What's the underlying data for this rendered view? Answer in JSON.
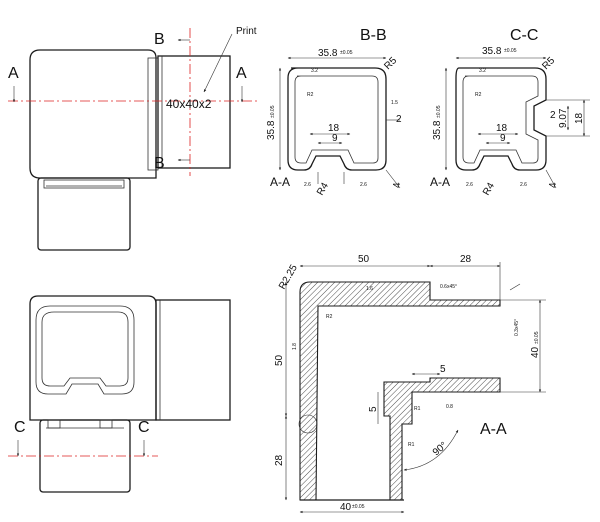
{
  "views": {
    "section_bb_title": "B-B",
    "section_cc_title": "C-C",
    "section_aa_title": "A-A",
    "section_aa_label_bb": "A-A",
    "section_aa_label_cc": "A-A"
  },
  "markers": {
    "a_left": "A",
    "a_right": "A",
    "b_top": "B",
    "b_bottom": "B",
    "c_left": "C",
    "c_right": "C"
  },
  "annotations": {
    "print_label": "Print",
    "profile_size": "40x40x2"
  },
  "dims_bb": {
    "width": "35.8",
    "width_tol": "±0.05",
    "height": "35.8",
    "height_tol": "±0.05",
    "corner_r": "R5",
    "inner_r": "R2",
    "slot_width": "18",
    "slot_inner": "9",
    "side_2": "2",
    "bottom_4": "4",
    "r4": "R4",
    "wall_thk": "3.2",
    "wall_small": "1.5",
    "bottom_a": "2.6",
    "bottom_b": "2.6"
  },
  "dims_cc": {
    "width": "35.8",
    "width_tol": "±0.05",
    "height": "35.8",
    "height_tol": "±0.05",
    "corner_r": "R5",
    "inner_r": "R2",
    "slot_width": "18",
    "slot_inner": "9",
    "side_2": "2",
    "side_907": "9.07",
    "side_18": "18",
    "bottom_4": "4",
    "r4": "R4",
    "wall_thk": "3.2",
    "bottom_a": "2.6",
    "bottom_b": "2.6"
  },
  "dims_aa": {
    "top_50": "50",
    "top_28": "28",
    "chamfer_r": "R2.25",
    "chamfer_top": "0.6x45°",
    "chamfer_right": "0.3x45°",
    "wall_16": "1.6",
    "wall_18": "1.8",
    "inner_r": "R2",
    "left_50": "50",
    "left_28": "28",
    "right_40": "40",
    "right_40_tol": "±0.05",
    "bottom_40": "40",
    "bottom_40_tol": "±0.05",
    "step_5_top": "5",
    "step_5_left": "5",
    "angle_90": "90°",
    "small_r1": "R1",
    "small_08": "0.8",
    "small_r1b": "R1"
  }
}
